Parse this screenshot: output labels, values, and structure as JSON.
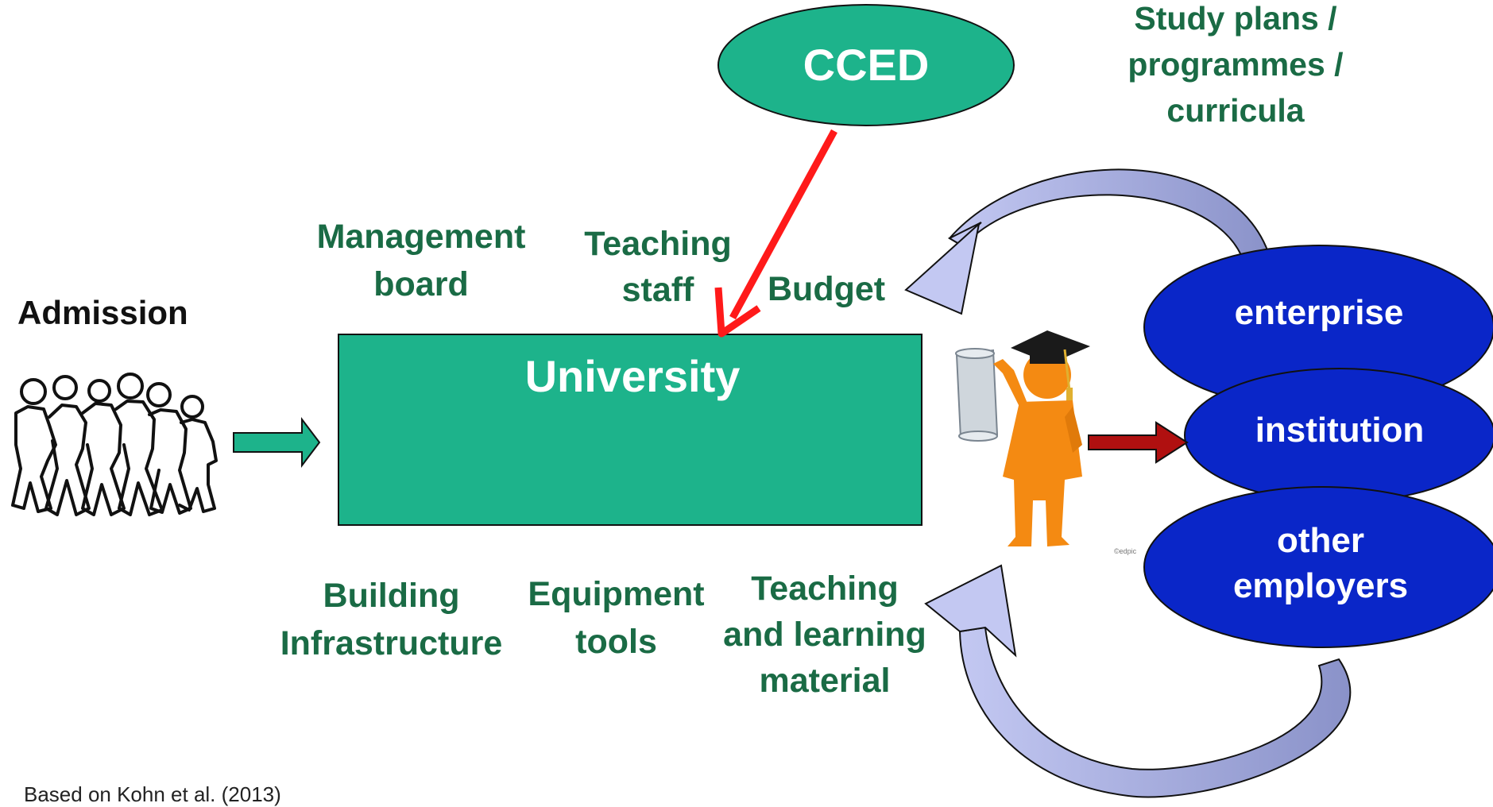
{
  "colors": {
    "accent_green": "#1db38b",
    "label_green": "#1a6b45",
    "employer_blue": "#0a26c8",
    "arrow_red": "#ff1a1a",
    "arrow_darkred": "#b01010",
    "cycle_arrow": "#a9b0e6"
  },
  "cced": {
    "label": "CCED"
  },
  "university": {
    "label": "University"
  },
  "admission": {
    "label": "Admission"
  },
  "study_plans": {
    "lines": [
      "Study plans /",
      "programmes /",
      "curricula"
    ]
  },
  "inputs_top": {
    "management": [
      "Management",
      "board"
    ],
    "teaching_staff": [
      "Teaching",
      "staff"
    ],
    "budget": "Budget"
  },
  "inputs_bottom": {
    "building": [
      "Building",
      "Infrastructure"
    ],
    "equipment": [
      "Equipment",
      "tools"
    ],
    "teaching_material": [
      "Teaching",
      "and learning",
      "material"
    ]
  },
  "employers": {
    "enterprise": "enterprise",
    "institution": "institution",
    "other": [
      "other",
      "employers"
    ]
  },
  "icons": {
    "students": "group-of-students-icon",
    "graduate": "graduate-figure-icon"
  },
  "watermark": "©edpic",
  "credit": "Based on Kohn et al. (2013)"
}
